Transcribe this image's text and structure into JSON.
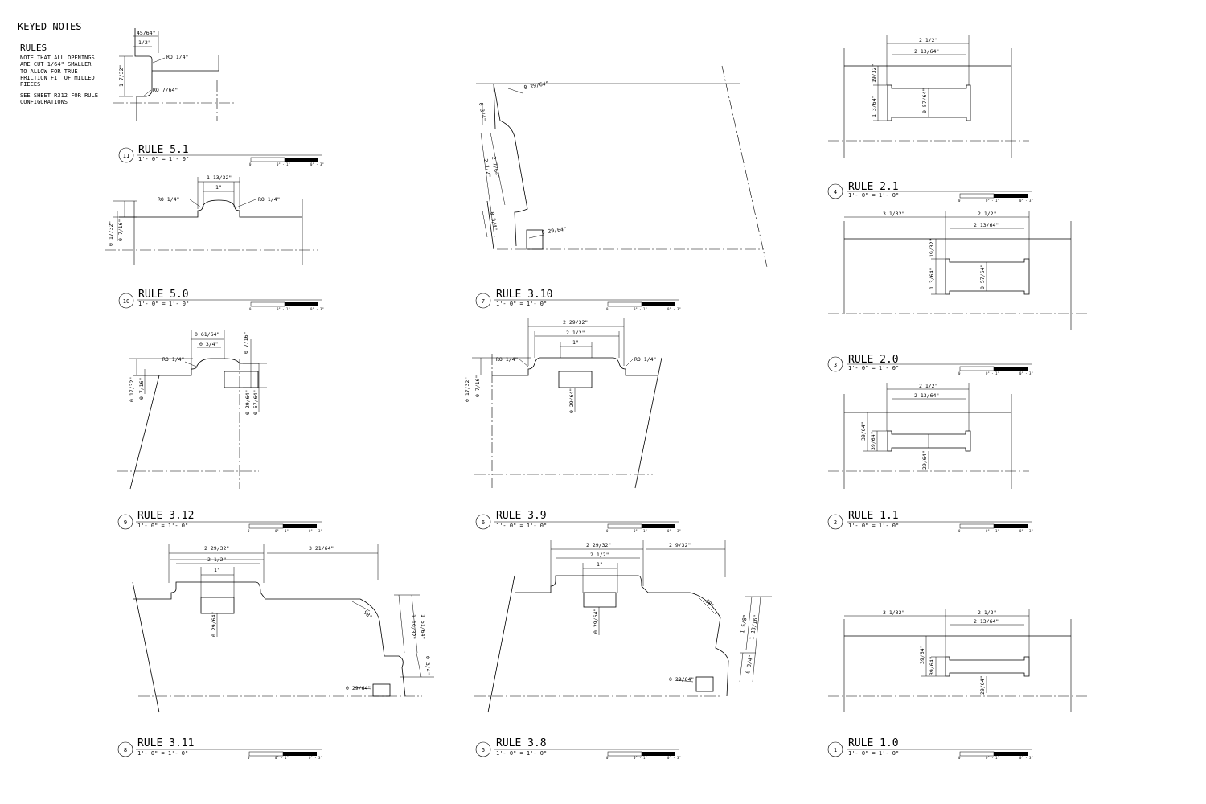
{
  "keyed_notes": {
    "title": "KEYED NOTES",
    "subtitle": "RULES",
    "lines": [
      "NOTE THAT ALL OPENINGS",
      "ARE CUT 1/64\" SMALLER",
      "TO ALLOW FOR TRUE",
      "FRICTION FIT OF MILLED",
      "PIECES",
      "",
      "SEE SHEET R312 FOR RULE",
      "CONFIGURATIONS"
    ]
  },
  "scale_text": "1'- 0\" = 1'- 0\"",
  "scale_bar_labels": [
    "0",
    "0\" - 1\"",
    "0\" - 3\""
  ],
  "details": [
    {
      "num": "11",
      "title": "RULE 5.1"
    },
    {
      "num": "10",
      "title": "RULE 5.0"
    },
    {
      "num": "9",
      "title": "RULE 3.12"
    },
    {
      "num": "8",
      "title": "RULE 3.11"
    },
    {
      "num": "7",
      "title": "RULE 3.10"
    },
    {
      "num": "6",
      "title": "RULE 3.9"
    },
    {
      "num": "5",
      "title": "RULE 3.8"
    },
    {
      "num": "4",
      "title": "RULE 2.1"
    },
    {
      "num": "3",
      "title": "RULE 2.0"
    },
    {
      "num": "2",
      "title": "RULE 1.1"
    },
    {
      "num": "1",
      "title": "RULE 1.0"
    }
  ],
  "dims": {
    "d11": {
      "a": "45/64\"",
      "b": "1/2\"",
      "c": "RO 1/4\"",
      "d": "1 7/32\"",
      "e": "RO 7/64\""
    },
    "d10": {
      "a": "1 13/32\"",
      "b": "1\"",
      "c": "RO 1/4\"",
      "d": "RO 1/4\"",
      "e": "0 17/32\"",
      "f": "0 7/16\""
    },
    "d9": {
      "a": "0 61/64\"",
      "b": "0 3/4\"",
      "c": "0 7/16\"",
      "d": "RO 1/4\"",
      "e": "0 17/32\"",
      "f": "0 7/16\"",
      "g": "0 29/64\"",
      "h": "0 57/64\""
    },
    "d8": {
      "a": "2 29/32\"",
      "b": "2 1/2\"",
      "c": "1\"",
      "d": "3 21/64\"",
      "e": "98°",
      "f": "1 19/32\"",
      "g": "1 51/64\"",
      "h": "0 3/4\"",
      "i": "0 29/64\"",
      "j": "0 29/64\""
    },
    "d7": {
      "a": "0 29/64\"",
      "b": "0 3/4\"",
      "c": "2 1/2\"",
      "d": "2 7/64\"",
      "e": "0 3/4\"",
      "f": "0 29/64\""
    },
    "d6": {
      "a": "2 29/32\"",
      "b": "2 1/2\"",
      "c": "1\"",
      "d": "RO 1/4\"",
      "e": "RO 1/4\"",
      "f": "0 17/32\"",
      "g": "0 7/16\"",
      "h": "0 29/64\""
    },
    "d5": {
      "a": "2 29/32\"",
      "b": "2 1/2\"",
      "c": "1\"",
      "d": "2 9/32\"",
      "e": "80°",
      "f": "1 5/8\"",
      "g": "1 13/16\"",
      "h": "0 3/4\"",
      "i": "0 29/64\"",
      "j": "0 29/64\""
    },
    "d4top": {
      "a": "2 1/2\"",
      "b": "2 13/64\"",
      "c": "19/32\"",
      "d": "1 3/64\"",
      "e": "0 57/64\""
    },
    "d3": {
      "a": "3 1/32\"",
      "b": "2 1/2\"",
      "c": "2 13/64\"",
      "d": "19/32\"",
      "e": "1 3/64\"",
      "f": "0 57/64\""
    },
    "d2": {
      "a": "2 1/2\"",
      "b": "2 13/64\"",
      "c": "39/64\"",
      "d": "39/64\"",
      "e": "29/64\""
    },
    "d1": {
      "a": "3 1/32\"",
      "b": "2 1/2\"",
      "c": "2 13/64\"",
      "d": "39/64\"",
      "e": "39/64\"",
      "f": "29/64\""
    }
  }
}
